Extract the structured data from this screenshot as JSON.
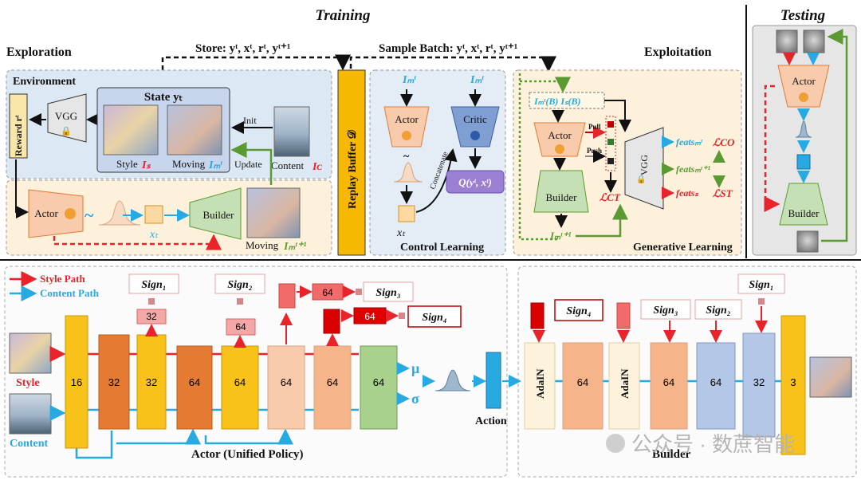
{
  "top": {
    "training_title": "Training",
    "testing_title": "Testing",
    "exploration_label": "Exploration",
    "exploitation_label": "Exploitation",
    "store_label": "Store: yᵗ, xᵗ, rᵗ, yᵗ⁺¹",
    "sample_label": "Sample Batch: yᵗ, xᵗ, rᵗ, yᵗ⁺¹",
    "environment_label": "Environment",
    "reward_label": "Reward rᵗ",
    "vgg_label": "VGG",
    "state_label": "State yₜ",
    "style_caption": "Style",
    "style_symbol": "Iₛ",
    "moving_caption": "Moving",
    "moving_symbol": "Iₘᵗ",
    "init_label": "Init",
    "update_label": "Update",
    "content_caption": "Content",
    "content_symbol": "Iᴄ",
    "actor_label": "Actor",
    "builder_label": "Builder",
    "xt_label": "xₜ",
    "moving_next_caption": "Moving",
    "moving_next_symbol": "Iₘᵗ⁺¹",
    "replay_buffer_label": "Replay Buffer 𝒟",
    "control": {
      "input_left": "Iₘᵗ",
      "input_right": "Iₘᵗ",
      "actor": "Actor",
      "critic": "Critic",
      "concatenate": "Concatenate",
      "q_label": "Q(yᵗ, xᵗ)",
      "xt": "xₜ",
      "title": "Control Learning"
    },
    "generative": {
      "batch_label": "Iₘᵗ(B) Iₛ(B)",
      "actor": "Actor",
      "builder": "Builder",
      "pull": "Pull",
      "push": "Push",
      "vgg": "VGG",
      "l_ct": "ℒCT",
      "output": "Iₘᵗ⁺¹",
      "feats_m": "featsₘᵗ",
      "feats_m1": "featsₘᵗ⁺¹",
      "feats_s": "featsₛ",
      "l_co": "ℒCO",
      "l_st": "ℒST",
      "title": "Generative Learning"
    },
    "testing": {
      "actor": "Actor",
      "builder": "Builder"
    }
  },
  "bottom": {
    "legend": {
      "style_path": "Style Path",
      "content_path": "Content Path"
    },
    "input_style": "Style",
    "input_content": "Content",
    "actor_blocks": [
      "16",
      "32",
      "32",
      "64",
      "64",
      "64",
      "64",
      "64"
    ],
    "sign_labels": [
      "Sign₁",
      "Sign₂",
      "Sign₃",
      "Sign₄"
    ],
    "small_boxes": [
      "32",
      "64",
      "64",
      "64"
    ],
    "mu": "μ",
    "sigma": "σ",
    "actor_title": "Actor (Unified Policy)",
    "action_label": "Action",
    "builder": {
      "adain1": "AdaIN",
      "b1": "64",
      "adain2": "AdaIN",
      "b2": "64",
      "b3": "64",
      "b4": "32",
      "b5": "3",
      "signs": [
        "Sign₄",
        "Sign₃",
        "Sign₂",
        "Sign₁"
      ],
      "title": "Builder"
    },
    "watermark": "公众号 · 数蔗智能"
  },
  "colors": {
    "style_red": "#e8232a",
    "content_blue": "#27a9e1",
    "env_bg": "#dce9f5",
    "exploit_bg": "#fdf1dc",
    "replay": "#f6b800",
    "orange_dark": "#e57b32",
    "orange_light": "#f5b48a",
    "yellow": "#f8c21b",
    "green_block": "#a9d18e",
    "peach": "#f8cbad",
    "lavender": "#b4c7e7"
  }
}
